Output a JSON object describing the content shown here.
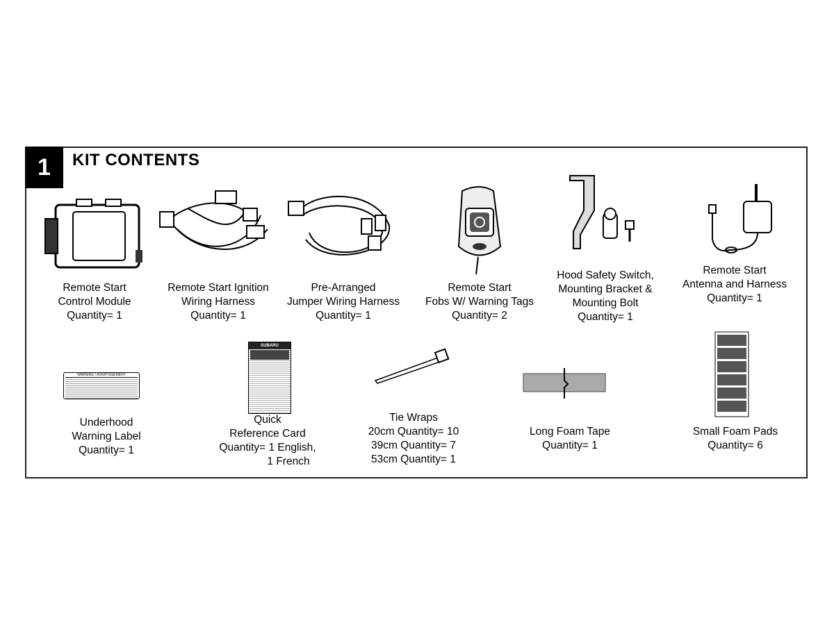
{
  "section": {
    "number": "1",
    "title": "KIT CONTENTS"
  },
  "items": [
    {
      "lines": [
        "Remote Start",
        "Control Module",
        "Quantity= 1"
      ],
      "icon": "control-module"
    },
    {
      "lines": [
        "Remote Start Ignition",
        "Wiring Harness",
        "Quantity= 1"
      ],
      "icon": "wiring-harness"
    },
    {
      "lines": [
        "Pre-Arranged",
        "Jumper Wiring Harness",
        "Quantity= 1"
      ],
      "icon": "jumper-harness"
    },
    {
      "lines": [
        "Remote Start",
        "Fobs W/ Warning Tags",
        "Quantity= 2"
      ],
      "icon": "key-fob"
    },
    {
      "lines": [
        "Hood Safety Switch,",
        "Mounting Bracket &",
        "Mounting Bolt",
        "Quantity= 1"
      ],
      "icon": "hood-switch"
    },
    {
      "lines": [
        "Remote Start",
        "Antenna and Harness",
        "Quantity= 1"
      ],
      "icon": "antenna"
    },
    {
      "lines": [
        "Underhood",
        "Warning Label",
        "Quantity= 1"
      ],
      "icon": "warning-label"
    },
    {
      "lines": [
        "Quick",
        "Reference Card",
        "Quantity= 1 English,",
        "1 French"
      ],
      "icon": "reference-card"
    },
    {
      "lines": [
        "Tie Wraps",
        "20cm Quantity= 10",
        "39cm Quantity= 7",
        "53cm Quantity= 1"
      ],
      "icon": "tie-wrap"
    },
    {
      "lines": [
        "Long Foam Tape",
        "Quantity= 1"
      ],
      "icon": "foam-tape"
    },
    {
      "lines": [
        "Small Foam Pads",
        "Quantity= 6"
      ],
      "icon": "foam-pads"
    }
  ],
  "label_text": {
    "warning": "WARNING / AVERTISSEMENT",
    "card_brand": "SUBARU"
  }
}
